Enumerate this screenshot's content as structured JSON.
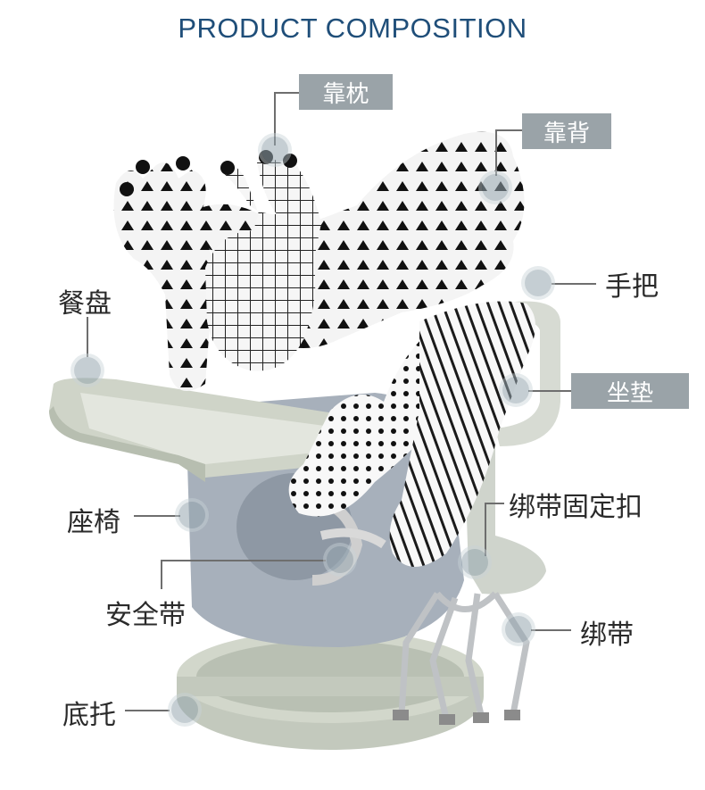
{
  "title": "PRODUCT COMPOSITION",
  "parts": {
    "headrest": "靠枕",
    "backrest": "靠背",
    "handle": "手把",
    "tray": "餐盘",
    "cushion": "坐垫",
    "buckle": "绑带固定扣",
    "seat": "座椅",
    "safety_belt": "安全带",
    "strap": "绑带",
    "base": "底托"
  },
  "colors": {
    "title": "#1f4e79",
    "tag_background": "#9aa3a8",
    "seat_gray": "#a7b0bb",
    "tray_green": "#c9cfc3"
  }
}
